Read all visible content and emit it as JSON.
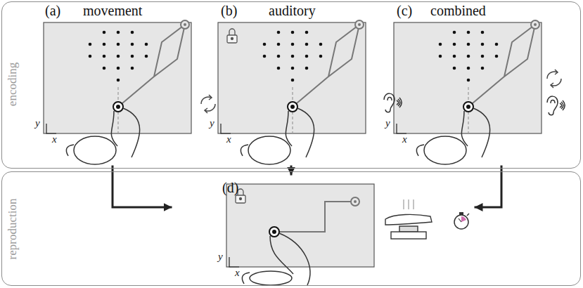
{
  "diagram": {
    "nodes": [
      {
        "text": [
          "encoding"
        ]
      },
      {
        "text": [
          "(a)",
          "movement"
        ],
        "in": 0
      },
      {
        "text": [
          "(b)",
          "auditory"
        ],
        "in": 0
      },
      {
        "text": [
          "(c)",
          "combined"
        ],
        "in": 0
      },
      {
        "text": [
          "reproduction"
        ]
      },
      {
        "text": [
          "(d)"
        ],
        "in": 4
      }
    ],
    "edges": [
      {
        "from": 1,
        "to": 5,
        "arrow": "to"
      },
      {
        "from": 2,
        "to": 5,
        "arrow": "to"
      },
      {
        "from": 3,
        "to": 5,
        "arrow": "to"
      }
    ],
    "labels": [
      "y",
      "x",
      "y",
      "x",
      "y",
      "x",
      "y",
      "x"
    ]
  }
}
